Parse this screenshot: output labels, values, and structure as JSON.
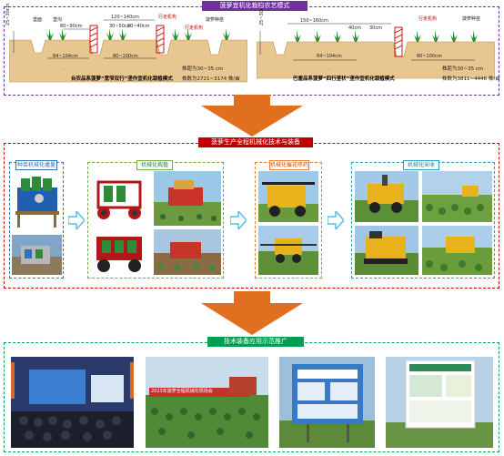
{
  "section1": {
    "title": "菠萝宜机化栽植农艺模式",
    "left_panel": {
      "caption": "台农品系菠萝“宽窄双行”垄作宜机化栽植模式",
      "spec_1": "株距为30~35 cm",
      "spec_2": "株数为2721~3174 株/亩",
      "labels": {
        "depth": "25~30cm",
        "ridge": "垄面",
        "ditch": "垄沟",
        "wide_row": "80~90cm",
        "narrow_row": "20~40cm",
        "row_span": "120~140cm",
        "ridge_base": "84~104cm",
        "walk_left": "行走机构",
        "walk_right": "行走机构",
        "plant": "菠萝种苗",
        "space": "30~50cm",
        "bottom_right": "80~100cm"
      }
    },
    "right_panel": {
      "caption": "巴厘品系菠萝“四行垄状”垄作宜机化栽植模式",
      "spec_1": "株距为30~35 cm",
      "spec_2": "株数为3811~4446 株/亩",
      "labels": {
        "depth": "25~30cm",
        "row_span": "150~160cm",
        "walk": "行走机构",
        "plant": "菠萝种苗",
        "inner_a": "40cm",
        "inner_b": "30cm",
        "ridge_base": "84~104cm",
        "bottom_right": "80~100cm"
      }
    }
  },
  "section2": {
    "title": "菠萝生产全程机械化技术与装备",
    "stages": [
      {
        "label": "种苗机械化播量"
      },
      {
        "label": "机械化栽植"
      },
      {
        "label": "机械化催花喷药"
      },
      {
        "label": "机械化采收"
      }
    ]
  },
  "section3": {
    "title": "技术装备应用示范推广",
    "photo_texts": [
      "2023年菠萝全程机械化现场会"
    ]
  },
  "colors": {
    "section1_border": "#7030a0",
    "section1_tag": "#7030a0",
    "section2_border": "#c00000",
    "section2_tag": "#c00000",
    "section3_border": "#00a050",
    "section3_tag": "#00a050",
    "arrow_orange": "#e07020",
    "flow_arrow": "#5bbfe0",
    "stage1": "#2e75b6",
    "stage2": "#70ad47",
    "stage3": "#ed7d31",
    "stage4": "#2e9fc0"
  }
}
